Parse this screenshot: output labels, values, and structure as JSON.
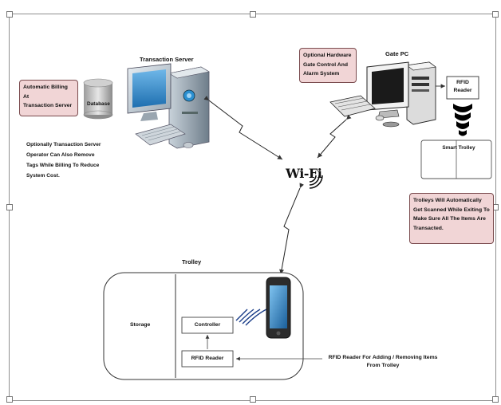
{
  "labels": {
    "transaction_server": "Transaction Server",
    "database": "Database",
    "gate_pc": "Gate PC",
    "rfid_reader_gate": "RFID\nReader",
    "smart_trolley": "Smart Trolley",
    "wifi": "Wi-Fi",
    "trolley": "Trolley",
    "storage": "Storage",
    "controller": "Controller",
    "rfid_reader_trolley": "RFID Reader",
    "rfid_note": "RFID Reader For Adding / Removing Items\nFrom Trolley",
    "optional_note": "Optionally Transaction Server\nOperator Can Also Remove\nTags While Billing To Reduce\nSystem Cost."
  },
  "callouts": {
    "auto_billing": "Automatic Billing At\nTransaction Server",
    "hardware": "Optional Hardware\nGate Control And\nAlarm System",
    "trolleys_scanned": "Trolleys Will Automatically\nGet Scanned While Exiting To\nMake Sure All The Items Are\nTransacted."
  }
}
